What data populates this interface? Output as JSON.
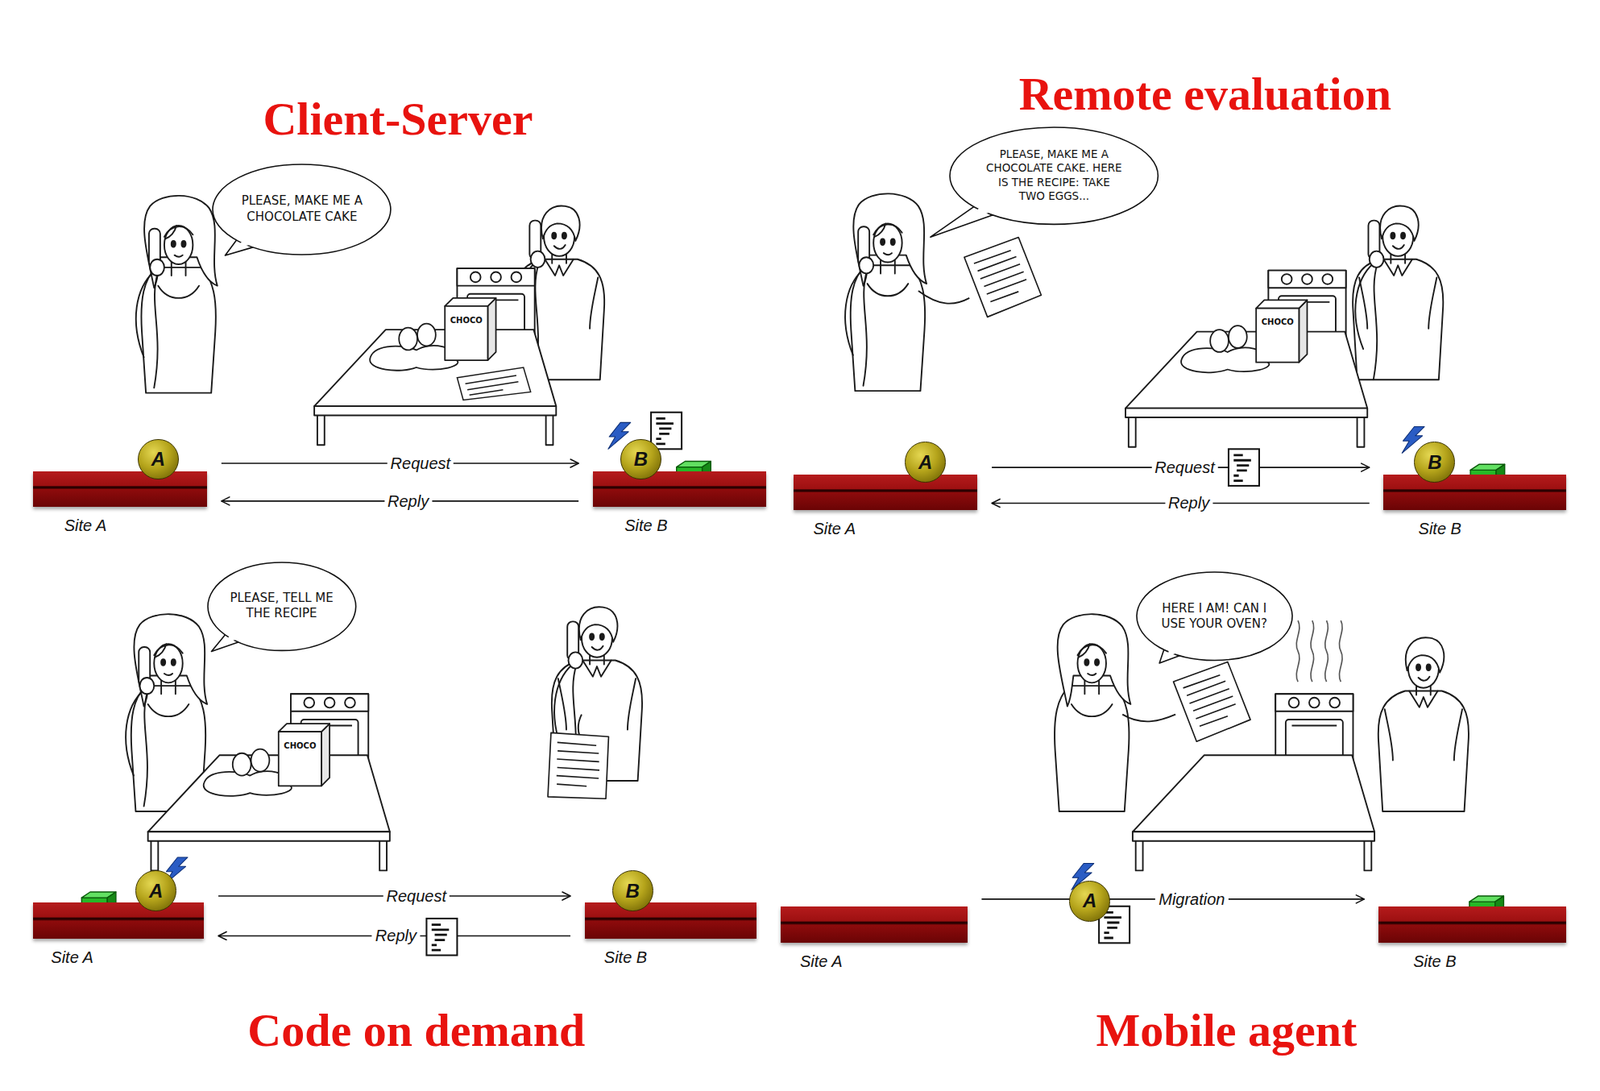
{
  "diagram": {
    "nodes": [
      {
        "text": [
          "PLEASE, MAKE ME A CHOCOLATE CAKE"
        ]
      },
      {
        "text": [
          "Site A"
        ]
      },
      {
        "text": [
          "A"
        ]
      },
      {
        "text": [
          "Site B"
        ]
      },
      {
        "text": [
          "B"
        ]
      },
      {
        "text": [
          "PLEASE, MAKE ME A CHOCOLATE CAKE. HERE IS THE RECIPE: TAKE TWO EGGS..."
        ]
      },
      {
        "text": [
          "Site A"
        ]
      },
      {
        "text": [
          "A"
        ]
      },
      {
        "text": [
          "Site B"
        ]
      },
      {
        "text": [
          "B"
        ]
      },
      {
        "text": [
          "PLEASE, TELL ME THE RECIPE"
        ]
      },
      {
        "text": [
          "Site A"
        ]
      },
      {
        "text": [
          "A"
        ]
      },
      {
        "text": [
          "Site B"
        ]
      },
      {
        "text": [
          "B"
        ]
      },
      {
        "text": [
          "HERE I AM! CAN I USE YOUR OVEN?"
        ]
      },
      {
        "text": [
          "Site A"
        ]
      },
      {
        "text": [
          "A"
        ]
      },
      {
        "text": [
          "Site B"
        ]
      }
    ],
    "edges": [
      {
        "from": 1,
        "to": 3,
        "label": "Request",
        "arrow": "to"
      },
      {
        "from": 3,
        "to": 1,
        "label": "Reply",
        "arrow": "to"
      },
      {
        "from": 6,
        "to": 8,
        "label": "Request",
        "arrow": "to"
      },
      {
        "from": 8,
        "to": 6,
        "label": "Reply",
        "arrow": "to"
      },
      {
        "from": 11,
        "to": 13,
        "label": "Request",
        "arrow": "to"
      },
      {
        "from": 13,
        "to": 11,
        "label": "Reply",
        "arrow": "to"
      },
      {
        "from": 16,
        "to": 18,
        "label": "Migration",
        "arrow": "to"
      }
    ],
    "labels": [
      "Client-Server",
      "Remote evaluation",
      "Code on demand",
      "Mobile agent",
      "CHOCO",
      "CHOCO",
      "CHOCO"
    ]
  }
}
